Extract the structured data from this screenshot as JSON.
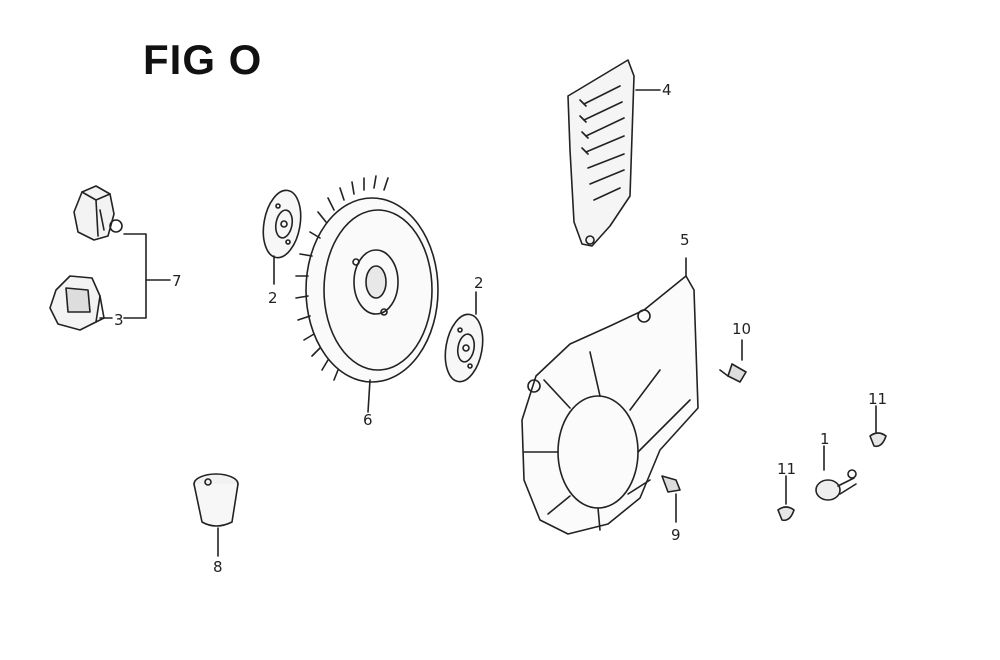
{
  "figure": {
    "title": "FIG O"
  },
  "callouts": {
    "part_1": "1",
    "part_2a": "2",
    "part_2b": "2",
    "part_3": "3",
    "part_4": "4",
    "part_5": "5",
    "part_6": "6",
    "part_7": "7",
    "part_8": "8",
    "part_9": "9",
    "part_10": "10",
    "part_11a": "11",
    "part_11b": "11"
  }
}
